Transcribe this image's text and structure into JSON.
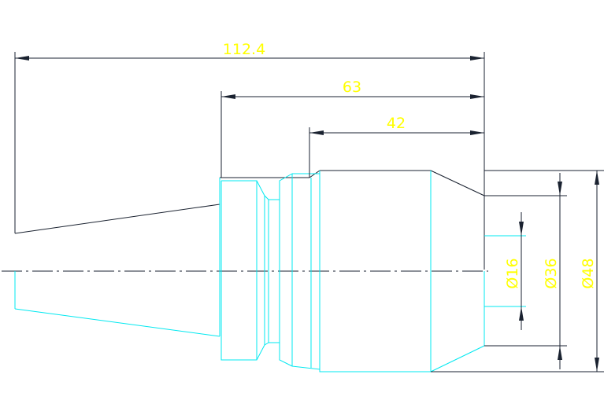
{
  "drawing": {
    "dimensions": {
      "overall_length": "112.4",
      "mid_length": "63",
      "short_length": "42",
      "dia_small": "Ø16",
      "dia_mid": "Ø36",
      "dia_large": "Ø48"
    },
    "colors": {
      "background": "#ffffff",
      "dimension_text": "#ffff00",
      "outline": "#1a2230",
      "profile": "#00e8f0"
    }
  }
}
